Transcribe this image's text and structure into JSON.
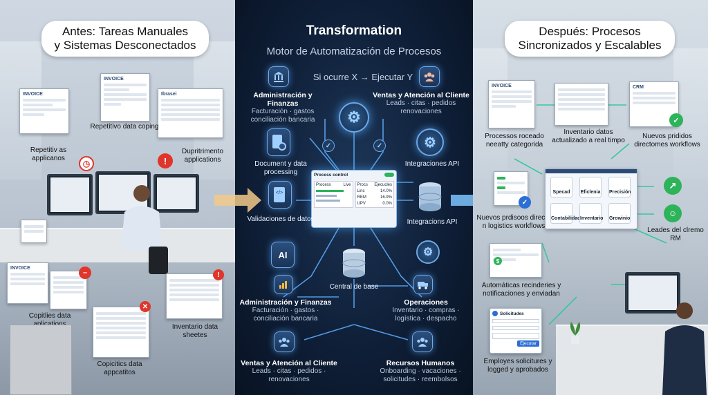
{
  "left": {
    "title_line1": "Antes: Tareas Manuales",
    "title_line2": "y Sistemas Desconectados",
    "invoice_label": "INVOICE",
    "invoice_label2": "INVOICE",
    "invoice_label3": "INVOICE",
    "doc_header": "Ibrasei",
    "label_repetitivo": "Repetitivo data coping",
    "label_repetitivas": "Repetitiv as applicanos",
    "label_dupr": "Dupritrimento applications",
    "label_copitlies": "Copitlies data aplications",
    "label_inventario": "Inventario data sheetes",
    "label_copicitics": "Copicitics data appcatitos"
  },
  "center": {
    "title": "Transformation",
    "subtitle": "Motor de Automatización de Procesos",
    "rule": "Si ocurre X → Ejecutar Y",
    "admin_top_title": "Administración y Finanzas",
    "admin_top_sub": "Facturación · gastos conciliación bancaria",
    "ventas_top_title": "Ventas y Atención al Cliente",
    "ventas_top_sub": "Leads · citas · pedidos renovaciones",
    "doc_processing": "Document y data processing",
    "integraciones_api_1": "Integraciones API",
    "validaciones": "Validaciones de datos",
    "integraciones_api_2": "Integracions API",
    "central": "Central de base",
    "ai_label": "AI",
    "admin_bot_title": "Administración y Finanzas",
    "admin_bot_sub": "Facturación · gastos · conciliación bancaria",
    "operaciones_title": "Operaciones",
    "operaciones_sub": "Inventario · compras · logística · despacho",
    "ventas_bot_title": "Ventas y Atención al Cliente",
    "ventas_bot_sub": "Leads · citas · pedidos · renovaciones",
    "rrhh_title": "Recursos Humanos",
    "rrhh_sub": "Onboarding · vacaciones · solicitudes · reembolsos",
    "process_control": {
      "title": "Process control",
      "col1": "Process",
      "col2": "Live",
      "col3": "Procs",
      "col4": "Ejecucles",
      "rows": [
        {
          "name": "Linc",
          "value": "14.0%"
        },
        {
          "name": "REM",
          "value": "16.9%"
        },
        {
          "name": "UPV",
          "value": "0.0%"
        }
      ]
    }
  },
  "right": {
    "title_line1": "Después: Procesos",
    "title_line2": "Sincronizados y Escalables",
    "invoice_label": "INVOICE",
    "crm_label": "CRM",
    "label_procesos": "Processos roceado neeatty categorida",
    "label_inventario": "Inventario datos actualizado a real timpo",
    "label_nuevos_top": "Nuevos prididos directomes workflows",
    "label_nuevos_mid": "Nuevos prdisoos directo n logistics workflows",
    "label_leads": "Leades del clremo RM",
    "label_automaticas": "Automáticas recinderies y notificaciones y enviadan",
    "label_employs": "Employes solicitures y logged y aprobados",
    "solicitud": "Solicitudes",
    "solicitud_btn": "Ejecutar",
    "dashboard_tiles": [
      "Specad",
      "Eficlenia",
      "Precisión",
      "Contabilidad",
      "Inventario",
      "Growinio"
    ]
  },
  "colors": {
    "accent": "#4fa3ff",
    "green": "#2db35a",
    "red": "#e0352b",
    "navy": "#0f1f38"
  }
}
